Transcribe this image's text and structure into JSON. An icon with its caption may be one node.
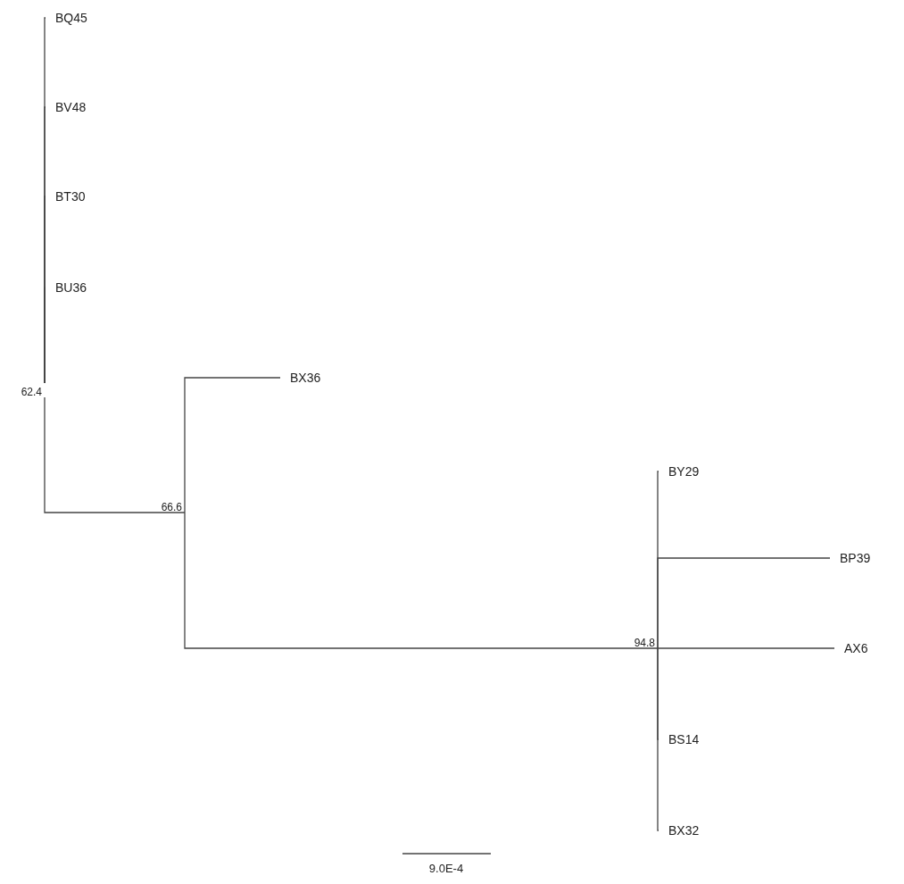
{
  "diagram": {
    "nodes": [
      {
        "text": [
          "62.4"
        ]
      },
      {
        "text": [
          "BQ45"
        ]
      },
      {
        "text": [
          "BV48"
        ]
      },
      {
        "text": [
          "BT30"
        ]
      },
      {
        "text": [
          "BU36"
        ]
      },
      {
        "text": [
          "66.6"
        ]
      },
      {
        "text": [
          "BX36"
        ]
      },
      {
        "text": [
          "94.8"
        ]
      },
      {
        "text": [
          "BY29"
        ]
      },
      {
        "text": [
          "BP39"
        ]
      },
      {
        "text": [
          "AX6"
        ]
      },
      {
        "text": [
          "BS14"
        ]
      },
      {
        "text": [
          "BX32"
        ]
      }
    ],
    "edges": [
      {
        "from": 0,
        "to": 1,
        "arrow": "none"
      },
      {
        "from": 0,
        "to": 2,
        "arrow": "none"
      },
      {
        "from": 0,
        "to": 3,
        "arrow": "none"
      },
      {
        "from": 0,
        "to": 4,
        "arrow": "none"
      },
      {
        "from": 0,
        "to": 5,
        "arrow": "none"
      },
      {
        "from": 5,
        "to": 6,
        "arrow": "none"
      },
      {
        "from": 5,
        "to": 7,
        "arrow": "none"
      },
      {
        "from": 7,
        "to": 8,
        "arrow": "none"
      },
      {
        "from": 7,
        "to": 9,
        "arrow": "none"
      },
      {
        "from": 7,
        "to": 10,
        "arrow": "none"
      },
      {
        "from": 7,
        "to": 11,
        "arrow": "none"
      },
      {
        "from": 7,
        "to": 12,
        "arrow": "none"
      }
    ],
    "labels": [
      "9.0E-4"
    ]
  }
}
